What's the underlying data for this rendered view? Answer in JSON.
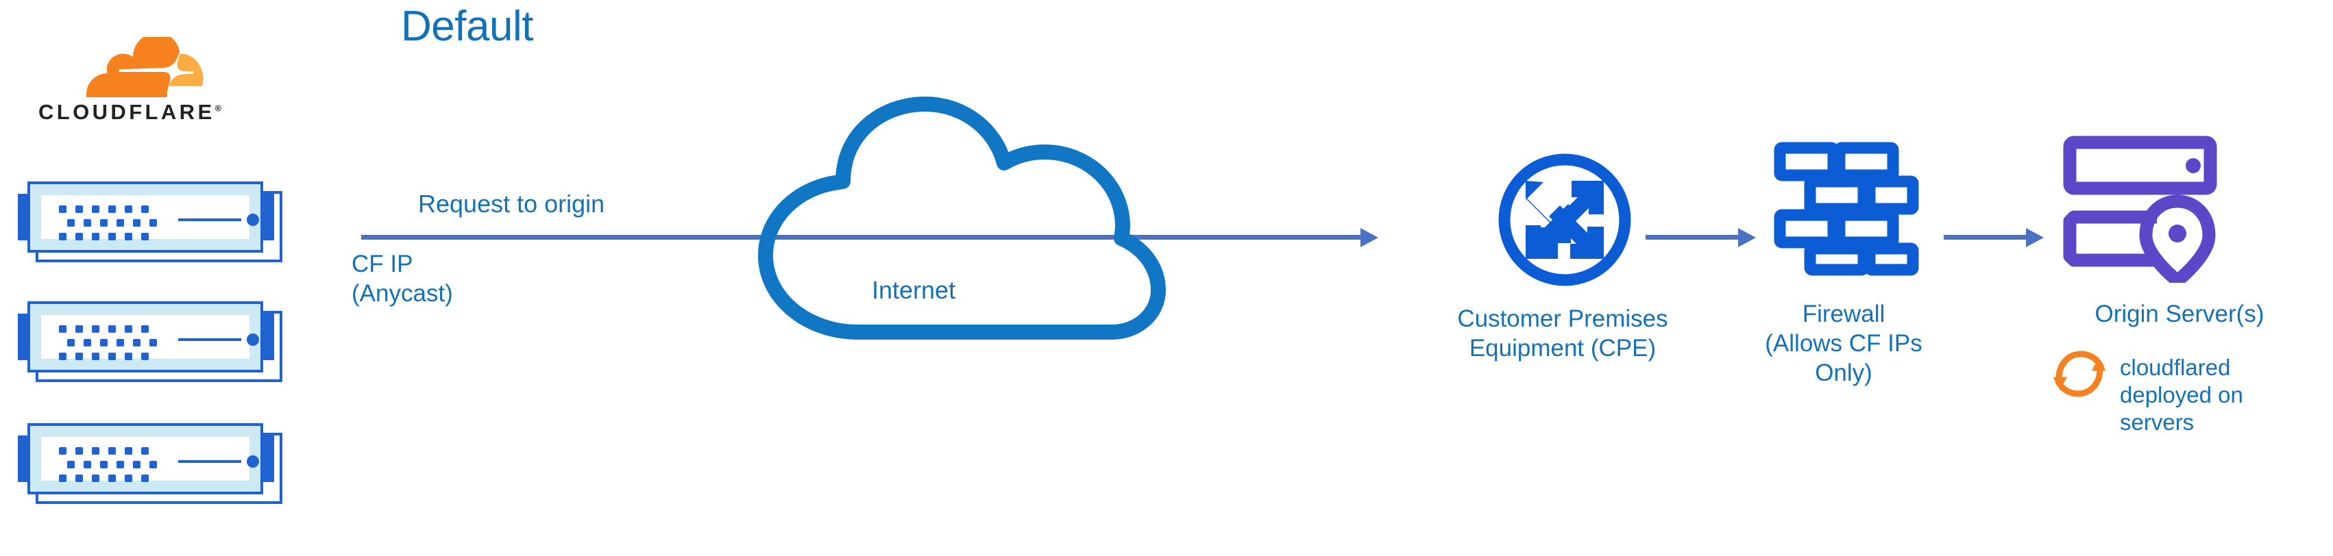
{
  "diagram": {
    "title": "Default",
    "colors": {
      "title_blue": "#1371b8",
      "label_blue": "#1371b8",
      "icon_blue": "#0b5cd5",
      "arrow_blue": "#4a72c4",
      "cloud_blue": "#1177c4",
      "rack_blue": "#1f62d0",
      "rack_fill": "#cdeaf4",
      "origin_purple": "#5b47c8",
      "cloudflare_orange": "#f6821f",
      "cloudflare_orange_light": "#fbad41",
      "wordmark_black": "#222222",
      "background": "#ffffff"
    }
  },
  "brand": {
    "wordmark": "CLOUDFLARE",
    "registered_mark": "®",
    "logo_icon": "cloudflare-cloud-icon"
  },
  "racks": [
    {
      "name": "cloudflare-edge-server-1",
      "icon": "server-rack-icon"
    },
    {
      "name": "cloudflare-edge-server-2",
      "icon": "server-rack-icon"
    },
    {
      "name": "cloudflare-edge-server-3",
      "icon": "server-rack-icon"
    }
  ],
  "flow": {
    "request_label": "Request to origin",
    "cf_ip_label": "CF IP\n(Anycast)",
    "arrows": [
      {
        "name": "arrow-edge-to-cpe",
        "icon": "arrow-right-icon"
      },
      {
        "name": "arrow-cpe-to-firewall",
        "icon": "arrow-right-icon"
      },
      {
        "name": "arrow-firewall-to-origin",
        "icon": "arrow-right-icon"
      }
    ]
  },
  "nodes": [
    {
      "id": "internet",
      "label": "Internet",
      "icon": "cloud-icon"
    },
    {
      "id": "cpe",
      "label": "Customer Premises\nEquipment (CPE)",
      "icon": "router-icon"
    },
    {
      "id": "firewall",
      "label": "Firewall\n(Allows CF IPs Only)",
      "icon": "brick-wall-icon"
    },
    {
      "id": "origin",
      "label": "Origin Server(s)",
      "icon": "server-location-pin-icon"
    }
  ],
  "annotation": {
    "cloudflared_note": "cloudflared\ndeployed on\nservers",
    "icon": "sync-refresh-icon"
  }
}
